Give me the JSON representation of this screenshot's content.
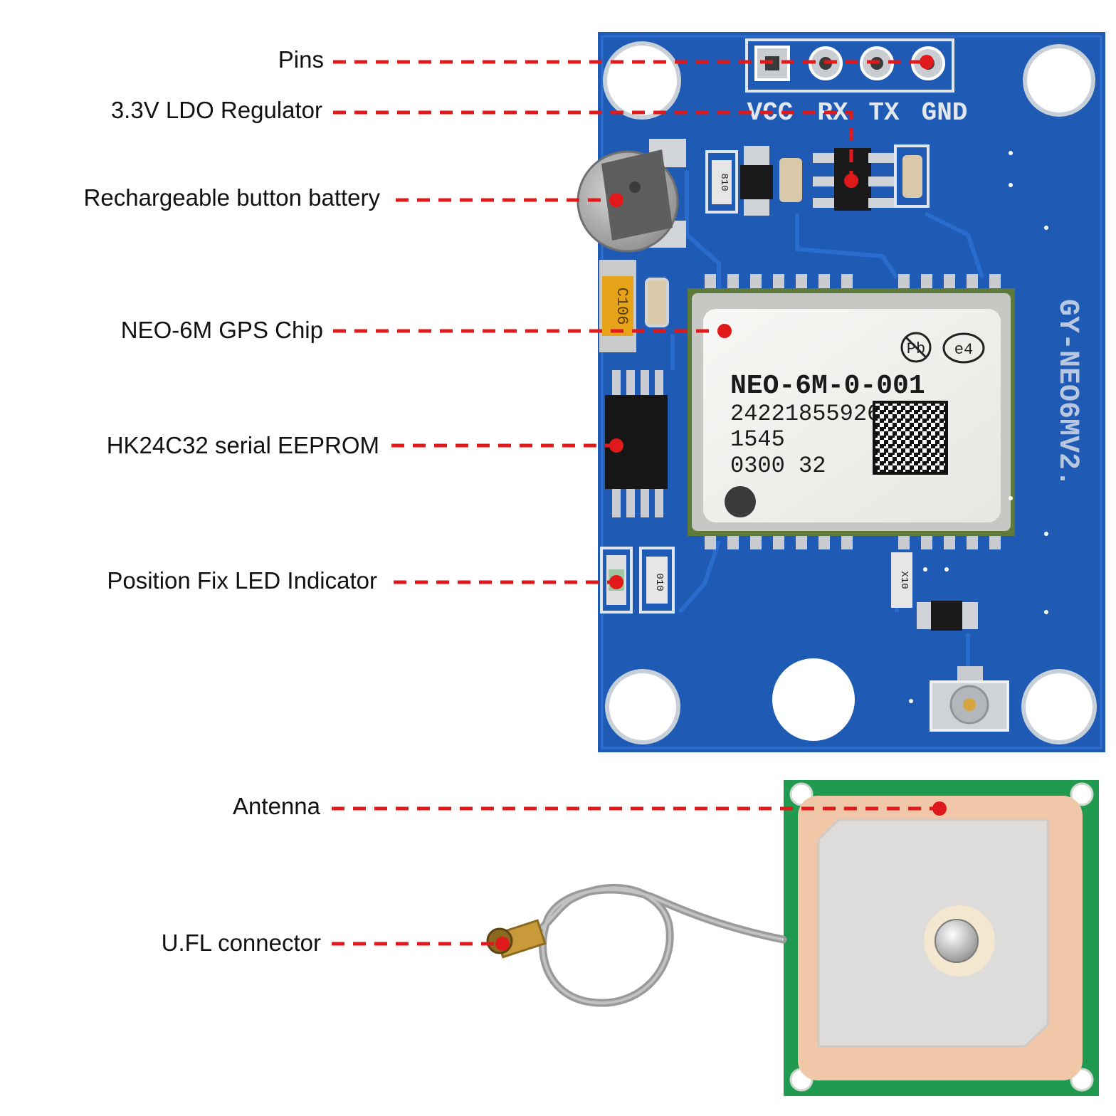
{
  "colors": {
    "pcb_blue": "#1f5bb5",
    "pcb_green": "#1f9a4e",
    "leader_red": "#e01a1a",
    "ceramic": "#f0c7a8"
  },
  "callouts": [
    {
      "id": "pins",
      "label": "Pins"
    },
    {
      "id": "ldo",
      "label": "3.3V LDO Regulator"
    },
    {
      "id": "battery",
      "label": "Rechargeable button battery"
    },
    {
      "id": "gps_chip",
      "label": "NEO-6M GPS Chip"
    },
    {
      "id": "eeprom",
      "label": "HK24C32 serial EEPROM"
    },
    {
      "id": "led",
      "label": "Position Fix LED Indicator"
    },
    {
      "id": "antenna",
      "label": "Antenna"
    },
    {
      "id": "ufl",
      "label": "U.FL connector"
    }
  ],
  "board": {
    "pin_labels": [
      "VCC",
      "RX",
      "TX",
      "GND"
    ],
    "silkscreen": "GY-NEO6MV2.",
    "capacitor_code": "C106",
    "resistor_codes": [
      "810",
      "010",
      "X10"
    ],
    "chip": {
      "model": "NEO-6M-0-001",
      "serial": "24221855926",
      "line3": "1545",
      "line4": "0300 32",
      "badge_pb": "Pb",
      "badge_e4": "e4"
    }
  }
}
